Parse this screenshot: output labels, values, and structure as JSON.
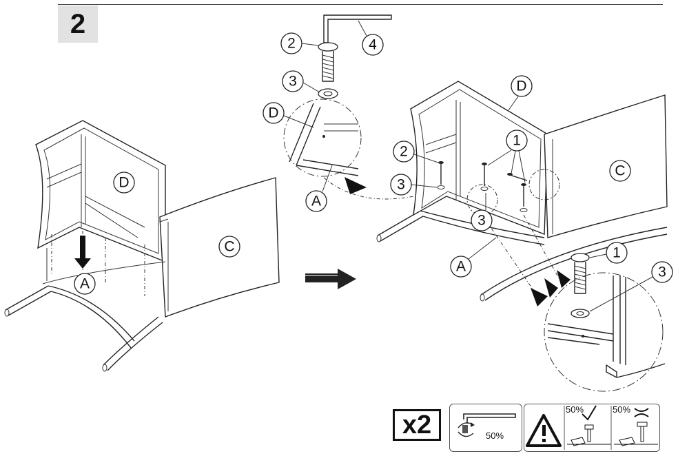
{
  "step": {
    "number": "2"
  },
  "callouts": {
    "A": "A",
    "C": "C",
    "D": "D",
    "one": "1",
    "two": "2",
    "three": "3",
    "four": "4"
  },
  "footer": {
    "quantity": "x2",
    "tighten_percent": "50%",
    "correct_percent": "50%",
    "wrong_percent": "50%"
  }
}
